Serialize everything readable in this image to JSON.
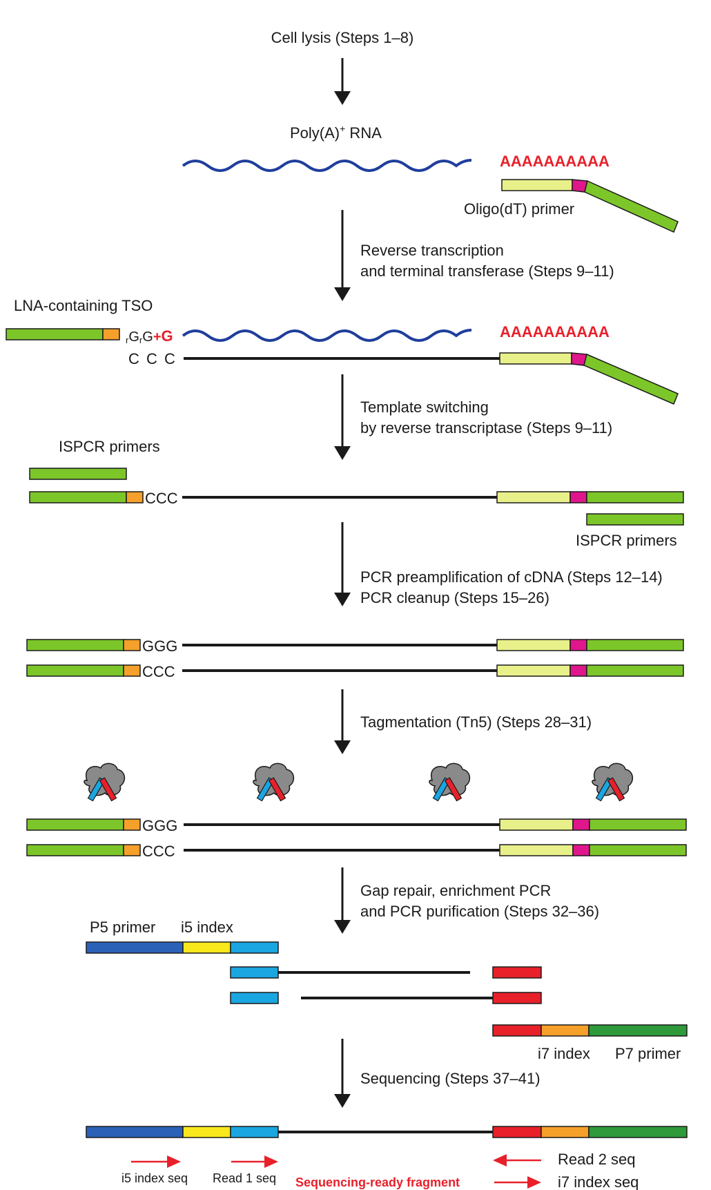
{
  "colors": {
    "rna": "#1f3e9c",
    "polyA": "#e8202a",
    "green": "#7dc62a",
    "dark_green": "#2e9a3a",
    "light_yellow": "#e8f08a",
    "magenta": "#e0168c",
    "orange": "#f5a02a",
    "dark_blue": "#2b62b8",
    "yellow": "#f8e81c",
    "cyan": "#1aa6e0",
    "red": "#e8202a",
    "tn5_gray": "#8a8a8a"
  },
  "steps": {
    "cell_lysis": "Cell lysis (Steps 1–8)",
    "polyA_rna_base": "Poly(A)",
    "polyA_rna_sup": "+",
    "polyA_rna_end": " RNA",
    "polyA_tail": "AAAAAAAAAA",
    "oligo_dt_primer": "Oligo(dT) primer",
    "rt_line1": "Reverse transcription",
    "rt_line2": "and terminal transferase (Steps 9–11)",
    "tso_label": "LNA-containing TSO",
    "rgrg_r1": "r",
    "rgrg_g1": "G",
    "rgrg_r2": "r",
    "rgrg_g2": "G",
    "rgrg_plus": "+",
    "rgrg_g3": "G",
    "ccc_spaced": "C C C",
    "ts_line1": "Template switching",
    "ts_line2": "by reverse transcriptase (Steps 9–11)",
    "ispcr_left": "ISPCR primers",
    "ccc": "CCC",
    "ggg": "GGG",
    "ispcr_right": "ISPCR primers",
    "pcr_line1": "PCR preamplification of cDNA (Steps 12–14)",
    "pcr_line2": "PCR cleanup (Steps 15–26)",
    "tag_line": "Tagmentation (Tn5) (Steps 28–31)",
    "gap_line1": "Gap repair, enrichment PCR",
    "gap_line2": "and PCR purification (Steps 32–36)",
    "p5_primer": "P5 primer",
    "i5_index": "i5 index",
    "i7_index": "i7 index",
    "p7_primer": "P7 primer",
    "seq_line": "Sequencing (Steps 37–41)",
    "i5_index_seq": "i5 index seq",
    "read1_seq": "Read 1 seq",
    "sequencing_ready": "Sequencing-ready fragment",
    "read2_seq": "Read 2 seq",
    "i7_index_seq": "i7 index seq"
  }
}
